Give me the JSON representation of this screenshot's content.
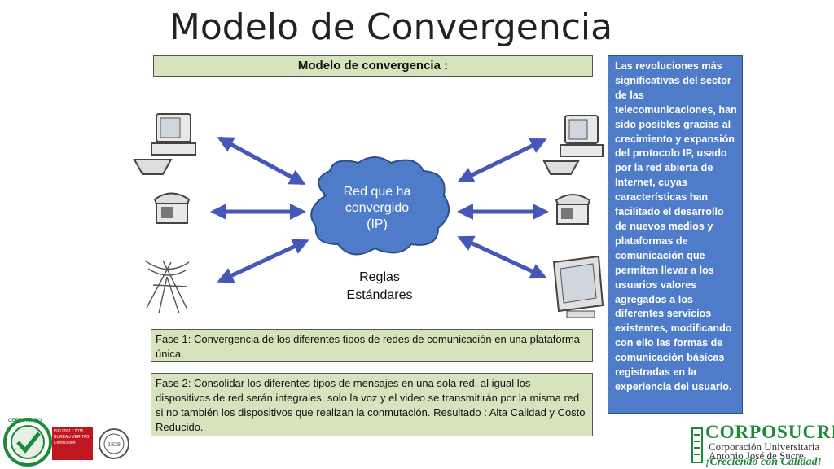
{
  "slide": {
    "title": "Modelo de Convergencia",
    "header": "Modelo de convergencia :"
  },
  "diagram": {
    "cloud_label_lines": [
      "Red que ha",
      "convergido",
      "(IP)"
    ],
    "rules_lines": [
      "Reglas",
      "Estándares"
    ]
  },
  "phases": {
    "fase1": "Fase 1: Convergencia de los diferentes tipos de redes de comunicación en una plataforma única.",
    "fase2": "Fase 2: Consolidar los diferentes tipos de mensajes en una sola red, al igual los dispositivos de red serán integrales, solo la voz y el video se transmitirán por la misma red si no también los dispositivos que realizan la conmutación. Resultado : Alta Calidad y Costo Reducido."
  },
  "side_panel": {
    "text": "Las revoluciones más significativas del sector de las telecomunicaciones, han sido posibles gracias al crecimiento y expansión del protocolo IP, usado por la red abierta de Internet, cuyas características han facilitado el desarrollo de nuevos medios y plataformas de comunicación que permiten llevar a los usuarios valores agregados a los diferentes servicios existentes, modificando con ello las formas de comunicación básicas registradas en la experiencia del usuario."
  },
  "branding": {
    "name": "CORPOSUCRE",
    "sub1": "Corporación Universitaria",
    "sub2": "Antonio José de Sucre",
    "slogan": "¡Creciendo con Calidad!",
    "badge_text": "CERTIFICADO",
    "iso_text": "ISO 9001 : 2015",
    "bv_text": "BUREAU VERITAS",
    "bv_sub": "Certification"
  },
  "colors": {
    "phase_bg": "#d6e3bc",
    "panel_bg": "#4f7cc8",
    "arrow": "#4557b8",
    "cloud": "#4f7cc8",
    "brand_green": "#1d8a3a"
  }
}
